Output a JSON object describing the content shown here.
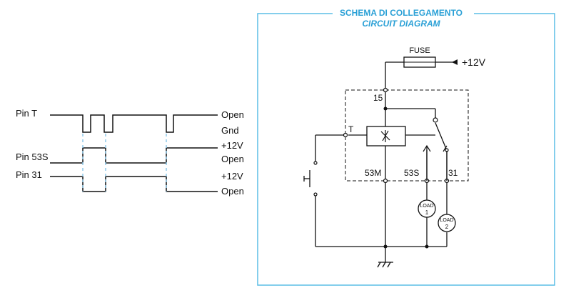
{
  "title": {
    "line1": "SCHEMA DI COLLEGAMENTO",
    "line2": "CIRCUIT DIAGRAM"
  },
  "colors": {
    "frame": "#5bbde6",
    "title": "#2aa0d6",
    "dash": "#8ec9ea",
    "wire": "#111111"
  },
  "timing": {
    "pins": [
      "Pin T",
      "Pin 53S",
      "Pin 31"
    ],
    "states": {
      "t_high": "Open",
      "t_low": "Gnd",
      "s_high": "+12V",
      "s_low": "Open",
      "p_high": "+12V",
      "p_low": "Open"
    }
  },
  "circuit": {
    "fuse": "FUSE",
    "supply": "+12V",
    "pin15": "15",
    "pinT": "T",
    "pin53M": "53M",
    "pin53S": "53S",
    "pin31": "31",
    "load1": {
      "line1": "LOAD",
      "line2": "1"
    },
    "load2": {
      "line1": "LOAD",
      "line2": "2"
    }
  }
}
